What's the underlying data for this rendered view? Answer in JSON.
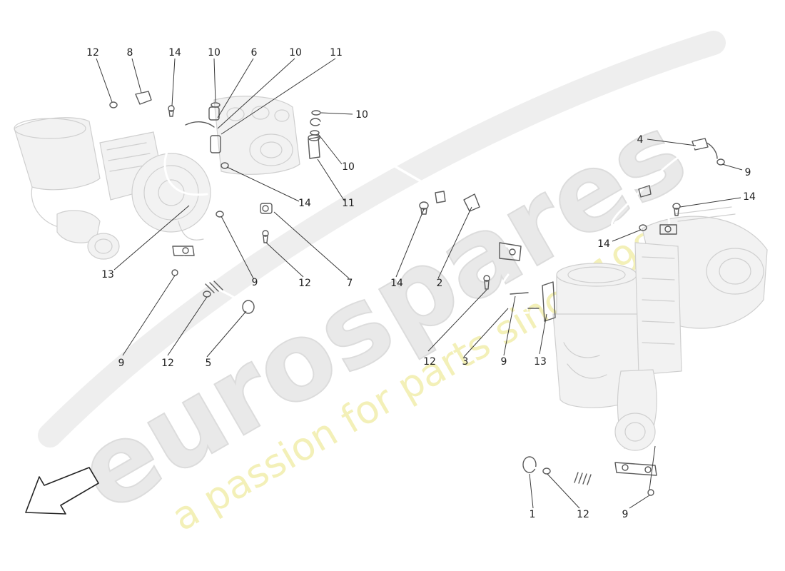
{
  "watermark": {
    "brand": "eurospares",
    "tagline": "a passion for parts since 1985"
  },
  "callouts": [
    {
      "id": "c1",
      "label": "12"
    },
    {
      "id": "c2",
      "label": "8"
    },
    {
      "id": "c3",
      "label": "14"
    },
    {
      "id": "c4",
      "label": "10"
    },
    {
      "id": "c5",
      "label": "6"
    },
    {
      "id": "c6",
      "label": "10"
    },
    {
      "id": "c7",
      "label": "11"
    },
    {
      "id": "c8",
      "label": "10"
    },
    {
      "id": "c9",
      "label": "10"
    },
    {
      "id": "c10",
      "label": "11"
    },
    {
      "id": "c11",
      "label": "14"
    },
    {
      "id": "c12",
      "label": "13"
    },
    {
      "id": "c13",
      "label": "9"
    },
    {
      "id": "c14",
      "label": "12"
    },
    {
      "id": "c15",
      "label": "7"
    },
    {
      "id": "c16",
      "label": "9"
    },
    {
      "id": "c17",
      "label": "12"
    },
    {
      "id": "c18",
      "label": "5"
    },
    {
      "id": "c19",
      "label": "14"
    },
    {
      "id": "c20",
      "label": "2"
    },
    {
      "id": "c21",
      "label": "12"
    },
    {
      "id": "c22",
      "label": "3"
    },
    {
      "id": "c23",
      "label": "9"
    },
    {
      "id": "c24",
      "label": "13"
    },
    {
      "id": "c25",
      "label": "4"
    },
    {
      "id": "c26",
      "label": "9"
    },
    {
      "id": "c27",
      "label": "14"
    },
    {
      "id": "c28",
      "label": "14"
    },
    {
      "id": "c29",
      "label": "1"
    },
    {
      "id": "c30",
      "label": "12"
    },
    {
      "id": "c31",
      "label": "9"
    }
  ]
}
